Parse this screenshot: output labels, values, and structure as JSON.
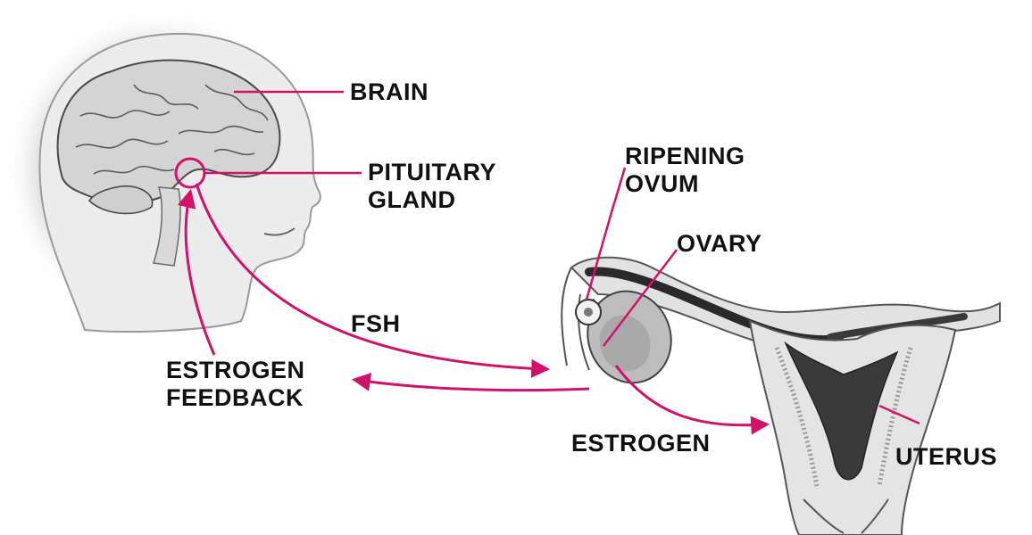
{
  "labels": {
    "brain": "BRAIN",
    "pituitary_line1": "PITUITARY",
    "pituitary_line2": "GLAND",
    "ripening_line1": "RIPENING",
    "ripening_line2": "OVUM",
    "ovary": "OVARY",
    "fsh": "FSH",
    "estrogen_feedback_line1": "ESTROGEN",
    "estrogen_feedback_line2": "FEEDBACK",
    "estrogen": "ESTROGEN",
    "uterus": "UTERUS"
  },
  "colors": {
    "accent": "#d1126b",
    "ink": "#111111",
    "shade": "#c8c8c8"
  }
}
